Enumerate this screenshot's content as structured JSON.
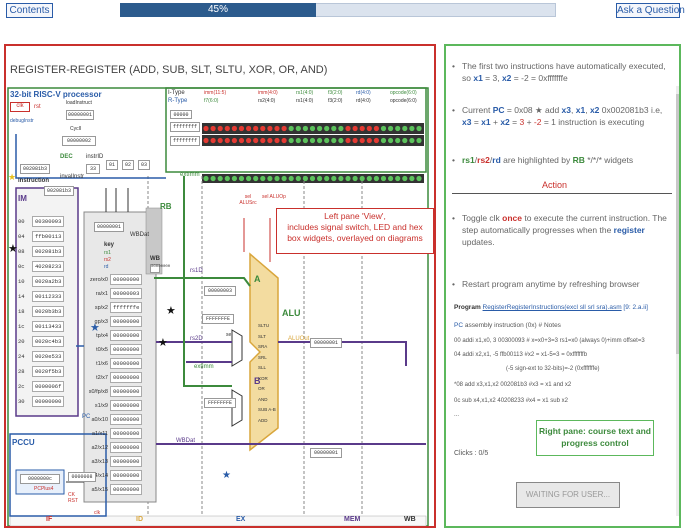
{
  "topbar": {
    "contents_label": "Contents",
    "progress_percent": 45,
    "progress_text": "45%",
    "ask_label": "Ask a Question"
  },
  "left_pane": {
    "title": "REGISTER-REGISTER (ADD, SUB, SLT, SLTU, XOR, OR, AND)",
    "processor_title": "32-bit RISC-V processor",
    "labels": {
      "clk": "clk",
      "rst": "rst",
      "load_instr": "loadInstruct",
      "debug_instr": "debugInstr",
      "cycl": "CycII",
      "dec": "DEC",
      "instr_id": "instrID",
      "invalid_instr": "invalInstr",
      "instruction": "instruction",
      "im": "IM",
      "rb": "RB",
      "key": "key",
      "rs1": "rs1",
      "rs2": "rs2",
      "rd": "rd",
      "wb": "WB",
      "wbdat": "WBDat",
      "rs1d": "rs1D",
      "rs2d": "rs2D",
      "extimm": "extImm",
      "alu": "ALU",
      "aluout": "ALUOut",
      "selaluSrc": "sel ALUSrc",
      "selaluOp": "sel ALUOp",
      "pccu": "PCCU",
      "pc": "PC",
      "pcplus4": "PCPlus4",
      "ckrst": "CK RST",
      "clk_bottom": "clk",
      "stages": [
        "IF",
        "ID",
        "EX",
        "MEM",
        "WB"
      ],
      "i_type": "I-Type",
      "r_type": "R-Type",
      "instr_fields_top": [
        "imm(11:5)",
        "imm(4:0)",
        "rs1(4:0)",
        "f3(2:0)",
        "rd(4:0)",
        "opcode(6:0)"
      ],
      "instr_fields_bottom": [
        "f7(6:0)",
        "rs2(4:0)",
        "rs1(4:0)",
        "f3(2:0)",
        "rd(4:0)",
        "opcode(6:0)"
      ],
      "alu_ops": [
        "SLTU",
        "SLT",
        "SRA",
        "SRL",
        "SLL",
        "XOR",
        "OR",
        "AND",
        "SUB A-B",
        "ADD"
      ],
      "sel_label": "sel",
      "a_label": "A",
      "b_label": "B"
    },
    "hex_values": {
      "load_instr_box": "00000001",
      "cycl_box": "00000002",
      "instr_box": "002081b3",
      "id_op": "33",
      "id_fields": [
        "01",
        "02",
        "03"
      ],
      "im_top": "002081b3",
      "rb_top": "00000001",
      "wb_box": "00000000",
      "a_box": "00000003",
      "b_box": "FFFFFFFE",
      "aluout_box": "00000001",
      "extimm_box": "FFFFFFFE",
      "wbdat_box": "00000001",
      "pc_box": "0000000c",
      "pc_box2": "0000008",
      "ffff1": "ffffffff",
      "ffff2": "ffffffff",
      "id_small": "00000"
    },
    "im_rows": [
      {
        "addr": "00",
        "val": "00300093"
      },
      {
        "addr": "04",
        "val": "ffb00113"
      },
      {
        "addr": "08",
        "val": "002081b3"
      },
      {
        "addr": "0c",
        "val": "40208233"
      },
      {
        "addr": "10",
        "val": "0020a2b3"
      },
      {
        "addr": "14",
        "val": "00112333"
      },
      {
        "addr": "18",
        "val": "0020b3b3"
      },
      {
        "addr": "1c",
        "val": "00113433"
      },
      {
        "addr": "20",
        "val": "0020c4b3"
      },
      {
        "addr": "24",
        "val": "0020e533"
      },
      {
        "addr": "28",
        "val": "0020f5b3"
      },
      {
        "addr": "2c",
        "val": "0000006f"
      },
      {
        "addr": "30",
        "val": "00000000"
      }
    ],
    "rb_rows": [
      {
        "name": "zero/x0",
        "val": "00000000"
      },
      {
        "name": "ra/x1",
        "val": "00000003"
      },
      {
        "name": "sp/x2",
        "val": "fffffffe"
      },
      {
        "name": "gp/x3",
        "val": "00000000"
      },
      {
        "name": "tp/x4",
        "val": "00000000"
      },
      {
        "name": "t0/x5",
        "val": "00000000"
      },
      {
        "name": "t1/x6",
        "val": "00000000"
      },
      {
        "name": "t2/x7",
        "val": "00000000"
      },
      {
        "name": "s0/fp/x8",
        "val": "00000000"
      },
      {
        "name": "s1/x9",
        "val": "00000000"
      },
      {
        "name": "a0/x10",
        "val": "00000000"
      },
      {
        "name": "a1/x11",
        "val": "00000000"
      },
      {
        "name": "a2/x12",
        "val": "00000000"
      },
      {
        "name": "a3/x13",
        "val": "00000000"
      },
      {
        "name": "a4/x14",
        "val": "00000000"
      },
      {
        "name": "a5/x15",
        "val": "00000000"
      }
    ],
    "callout": {
      "line1": "Left pane 'View',",
      "line2": "includes signal switch, LED and hex",
      "line3": "box widgets, overlayed on diagrams"
    }
  },
  "right_pane": {
    "bullet1": {
      "a": "The first two instructions have automatically executed, so ",
      "b": "x1",
      "c": " = 3,   ",
      "d": "x2",
      "e": " = -2 = 0xfffffffe"
    },
    "bullet2": {
      "a": "Current ",
      "pc": "PC",
      "b": " = 0x08 ",
      "c": "  add ",
      "x3": "x3",
      "d": ", ",
      "x1": "x1",
      "e": ", ",
      "x2": "x2",
      "f": "   0x002081b3 i.e, ",
      "x3b": "x3",
      "g": " = ",
      "x1b": "x1",
      "h": " + ",
      "x2b": "x2",
      "i": " = ",
      "n3": "3",
      "j": " + ",
      "nm2": "-2",
      "k": " = 1 instruction is executing"
    },
    "bullet3": {
      "rs1": "rs1",
      "sl1": "/",
      "rs2": "rs2",
      "sl2": "/",
      "rd": "rd",
      "a": " are highlighted by ",
      "rb": "RB",
      "stars": " */*/* ",
      "b": "widgets"
    },
    "action_label": "Action",
    "bullet4": {
      "a": "Toggle clk ",
      "once": "once",
      "b": " to execute the current instruction. The step automatically progresses when the ",
      "register": "register",
      "c": " updates."
    },
    "bullet5": "Restart program anytime by refreshing browser",
    "program": {
      "label": "Program ",
      "link": "RegisterRegisterInstructions(excl sll srl sra).asm",
      "ref": " [9: 2.a.ii]",
      "header_pc": "PC",
      "header_rest": "  assembly   instruction (0x)   # Notes",
      "line1": "00 addi x1,x0, 3 00300093 # x=x0+3=3 rs1=x0 (always 0)+imm offset=3",
      "line2": "04 addi x2,x1, -5 ffb00113 #x2 = x1-5=3 = 0xfffffffb",
      "line3": "(-5 sign-ext to 32-bits)=-2 (0xfffffffe)",
      "line4": "*08 add  x3,x1,x2  002081b3  #x3 = x1 and x2",
      "line5": "0c sub  x4,x1,x2  40208233  #x4 = x1 sub x2",
      "line6": "..."
    },
    "clicks": "Clicks : 0/5",
    "callout": {
      "line1": "Right pane: course text and",
      "line2": "progress control"
    },
    "wait_button": "WAITING FOR USER..."
  },
  "colors": {
    "left_border": "#c9302c",
    "right_border": "#5cb85c",
    "progress_fill": "#2c5b8d",
    "link_blue": "#2a5ca8",
    "bus_green": "#3c8a3c",
    "bus_purple": "#5a3a8a",
    "alu_fill": "#f3dca0"
  }
}
